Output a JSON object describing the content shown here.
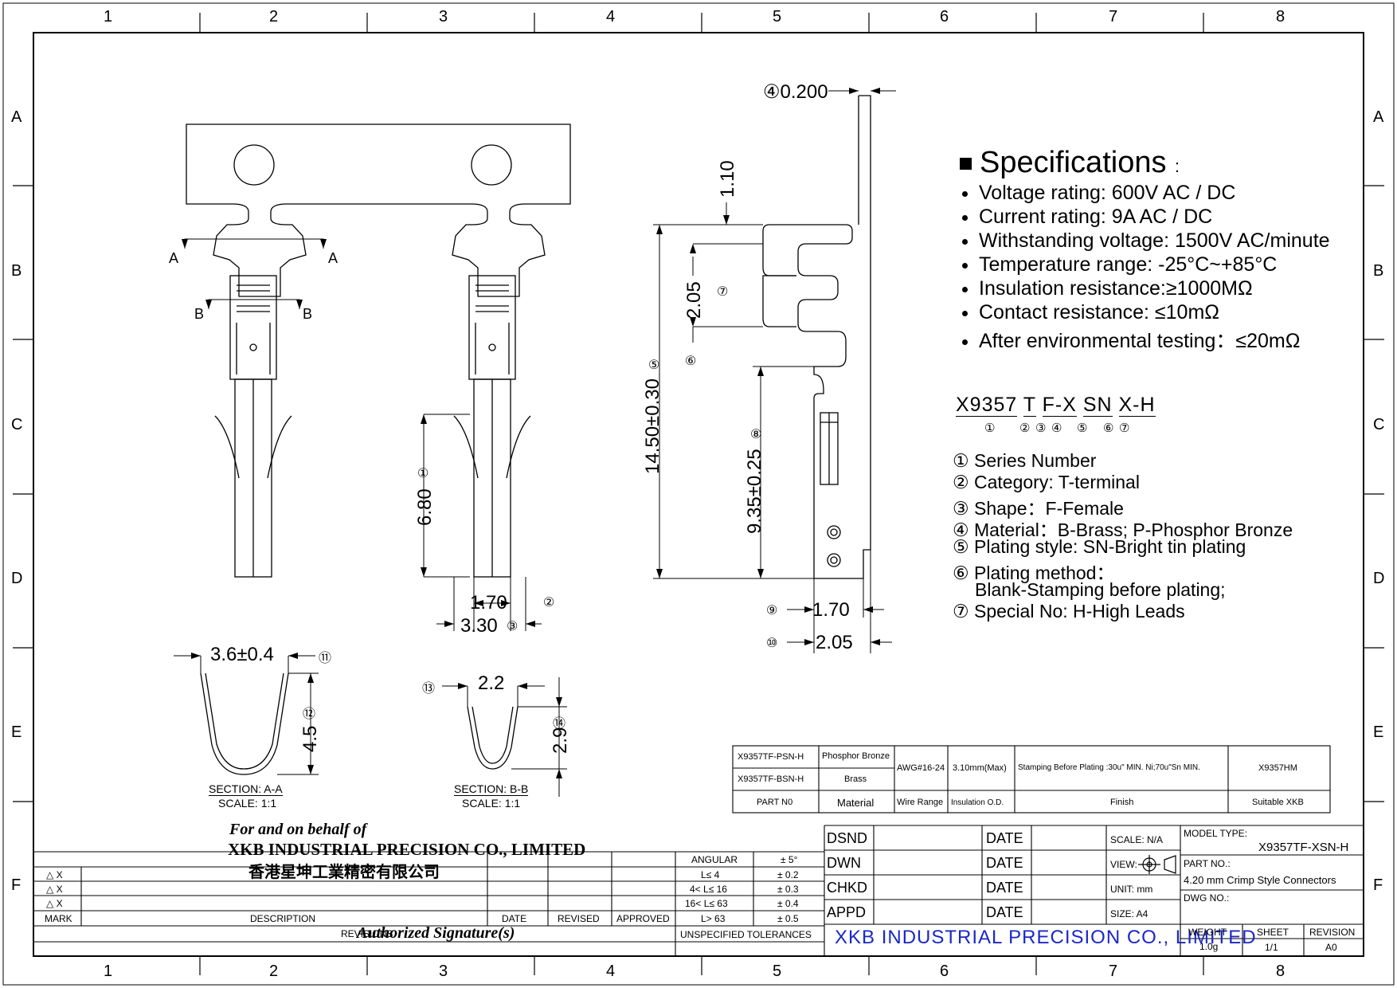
{
  "grid": {
    "cols": [
      "1",
      "2",
      "3",
      "4",
      "5",
      "6",
      "7",
      "8"
    ],
    "rows": [
      "A",
      "B",
      "C",
      "D",
      "E",
      "F"
    ]
  },
  "specs": {
    "title": "Specifications",
    "colon": ":",
    "items": [
      "Voltage rating: 600V AC / DC",
      "Current rating: 9A  AC / DC",
      "Withstanding voltage: 1500V AC/minute",
      "Temperature range: -25°C~+85°C",
      "Insulation resistance:≥1000MΩ",
      "Contact resistance: ≤10mΩ",
      "After environmental testing：≤20mΩ"
    ]
  },
  "part_code": {
    "segments": [
      "X9357",
      "T",
      "F-X",
      "SN",
      "X-H"
    ],
    "markers": [
      "①",
      "②",
      "③",
      "④",
      "⑤",
      "⑥",
      "⑦"
    ]
  },
  "legend": [
    "① Series Number",
    "② Category: T-terminal",
    "③ Shape：F-Female",
    "④ Material：B-Brass; P-Phosphor Bronze",
    "⑤ Plating style:  SN-Bright tin plating",
    "⑥ Plating method：",
    "Blank-Stamping before plating;",
    "⑦ Special No: H-High Leads"
  ],
  "dimensions": {
    "d04": "④0.200",
    "d110": "1.10",
    "d205a": "2.05",
    "m07": "⑦",
    "m06": "⑥",
    "d1450": "14.50±0.30",
    "m05": "⑤",
    "d935": "9.35±0.25",
    "m08": "⑧",
    "d170s": "1.70",
    "m09": "⑨",
    "d205s": "2.05",
    "m10": "⑩",
    "d680": "6.80",
    "m01": "①",
    "d170": "1.70",
    "m02": "②",
    "d330": "3.30",
    "m03": "③",
    "d36": "3.6±0.4",
    "m11": "⑪",
    "d45": "4.5",
    "m12": "⑫",
    "d22": "2.2",
    "m13": "⑬",
    "d29": "2.9",
    "m14": "⑭",
    "secA": "A",
    "secB": "B"
  },
  "sections": {
    "aa_title": "SECTION: A-A",
    "aa_scale": "SCALE: 1:1",
    "bb_title": "SECTION: B-B",
    "bb_scale": "SCALE: 1:1"
  },
  "material_table": {
    "row1": [
      "X9357TF-PSN-H",
      "Phosphor Bronze"
    ],
    "row2": [
      "X9357TF-BSN-H",
      "Brass"
    ],
    "wire": "AWG#16-24",
    "insulation": "3.10mm(Max)",
    "finish": "Stamping Before Plating :30u\" MIN. Ni;70u\"Sn MIN.",
    "suitable": "X9357HM",
    "headers": [
      "PART N0",
      "Material",
      "Wire Range",
      "Insulation  O.D.",
      "Finish",
      "Suitable XKB"
    ]
  },
  "signature": {
    "line1": "For and on behalf of",
    "line2": "XKB INDUSTRIAL PRECISION CO., LIMITED",
    "line3": "香港星坤工業精密有限公司",
    "line4": "Authorized Signature(s)"
  },
  "revisions": {
    "marks": [
      "△ X",
      "△ X",
      "△ X"
    ],
    "headers": [
      "MARK",
      "DESCRIPTION",
      "DATE",
      "REVISED",
      "APPROVED"
    ],
    "footer": "REVISIONS"
  },
  "tolerances": {
    "rows": [
      [
        "ANGULAR",
        "± 5°"
      ],
      [
        "L≤ 4",
        "± 0.2"
      ],
      [
        "4< L≤ 16",
        "± 0.3"
      ],
      [
        "16< L≤ 63",
        "± 0.4"
      ],
      [
        "L> 63",
        "± 0.5"
      ]
    ],
    "footer": "UNSPECIFIED  TOLERANCES"
  },
  "title_block": {
    "labels": [
      "DSND",
      "DWN",
      "CHKD",
      "APPD"
    ],
    "date": "DATE",
    "scale": "SCALE: N/A",
    "view": "VIEW:",
    "unit": "UNIT:  mm",
    "size": "SIZE:  A4",
    "model_label": "MODEL TYPE:",
    "model": "X9357TF-XSN-H",
    "part_label": "PART NO.:",
    "part": "4.20 mm Crimp Style Connectors",
    "dwg_label": "DWG NO.:",
    "company": "XKB INDUSTRIAL PRECISION CO., LIMITED",
    "weight_label": "WEIGHT",
    "weight": "1.0g",
    "sheet_label": "SHEET",
    "sheet": "1/1",
    "rev_label": "REVISION",
    "rev": "A0"
  }
}
